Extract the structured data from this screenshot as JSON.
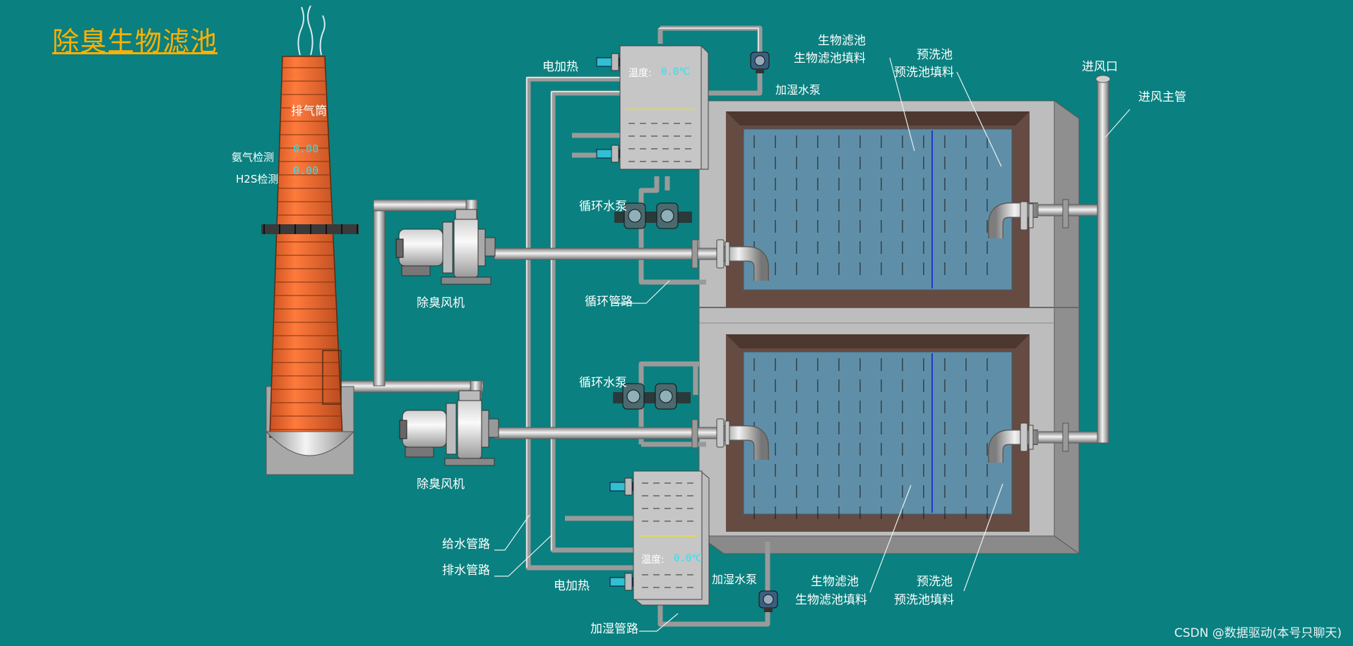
{
  "title": "除臭生物滤池",
  "stack": {
    "label": "排气筒",
    "nh3_label": "氨气检测",
    "nh3_value": "0.00",
    "h2s_label": "H2S检测",
    "h2s_value": "0.00"
  },
  "fans": {
    "top_label": "除臭风机",
    "bottom_label": "除臭风机"
  },
  "tank_top": {
    "heater_label": "电加热",
    "temp_label": "温度:",
    "temp_value": "0.0℃",
    "pump_label": "加湿水泵"
  },
  "tank_bottom": {
    "heater_label": "电加热",
    "temp_label": "温度:",
    "temp_value": "0.0℃",
    "pump_label": "加湿水泵"
  },
  "pumps": {
    "top_label": "循环水泵",
    "bottom_label": "循环水泵"
  },
  "pipes": {
    "circulation": "循环管路",
    "supply": "给水管路",
    "drain": "排水管路",
    "humidify": "加湿管路",
    "inlet": "进风口",
    "main_inlet": "进风主管"
  },
  "filter_top": {
    "bio_pool": "生物滤池",
    "bio_fill": "生物滤池填料",
    "prewash_pool": "预洗池",
    "prewash_fill": "预洗池填料"
  },
  "filter_bottom": {
    "bio_pool": "生物滤池",
    "bio_fill": "生物滤池填料",
    "prewash_pool": "预洗池",
    "prewash_fill": "预洗池填料"
  },
  "watermark": "CSDN @数据驱动(本号只聊天)",
  "colors": {
    "background": "#0a8080",
    "stack": "#f06a30",
    "title": "#ffb000",
    "water": "#5f8fa8",
    "frame": "#654b42",
    "value": "#2fe0f0"
  }
}
